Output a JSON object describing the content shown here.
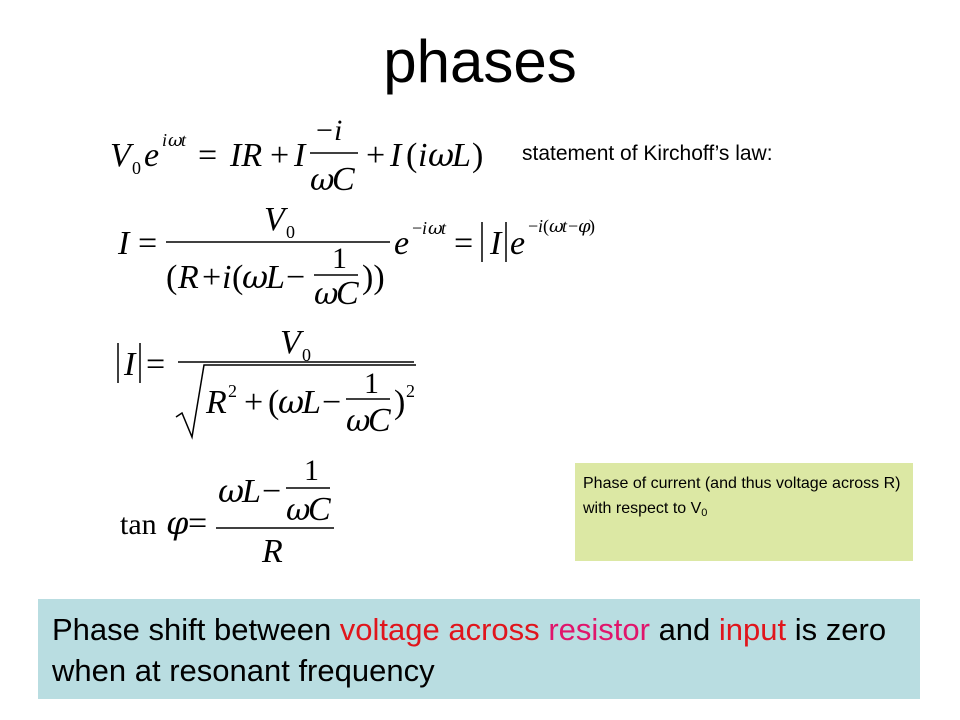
{
  "slide": {
    "title": "phases",
    "kirchhoff_caption": "statement of Kirchoff’s law:",
    "note": {
      "text": "Phase of current (and thus voltage across R) with respect to V",
      "subscript": "0"
    },
    "banner": {
      "part1": "Phase shift between ",
      "part2": "voltage across",
      "part3": " ",
      "part4": "resistor",
      "part5": " and ",
      "part6": "input",
      "part7": " is zero when at resonant frequency"
    },
    "colors": {
      "note_bg": "#dce8a4",
      "banner_bg": "#b9dde1",
      "highlight_red": "#e0151c",
      "highlight_magenta": "#e0156b"
    }
  }
}
